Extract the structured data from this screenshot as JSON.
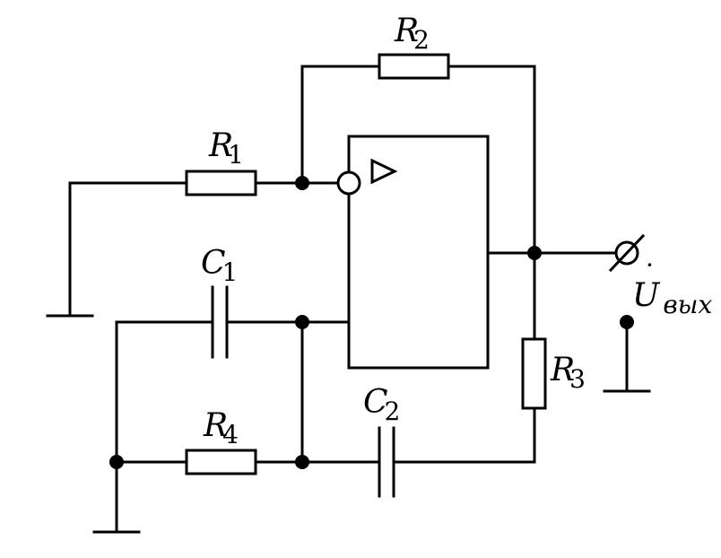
{
  "labels": {
    "r1": {
      "letter": "R",
      "index": "1"
    },
    "r2": {
      "letter": "R",
      "index": "2"
    },
    "r3": {
      "letter": "R",
      "index": "3"
    },
    "r4": {
      "letter": "R",
      "index": "4"
    },
    "c1": {
      "letter": "C",
      "index": "1"
    },
    "c2": {
      "letter": "C",
      "index": "2"
    },
    "output": {
      "letter": "U",
      "subscript": "вых",
      "accent": "·"
    }
  }
}
